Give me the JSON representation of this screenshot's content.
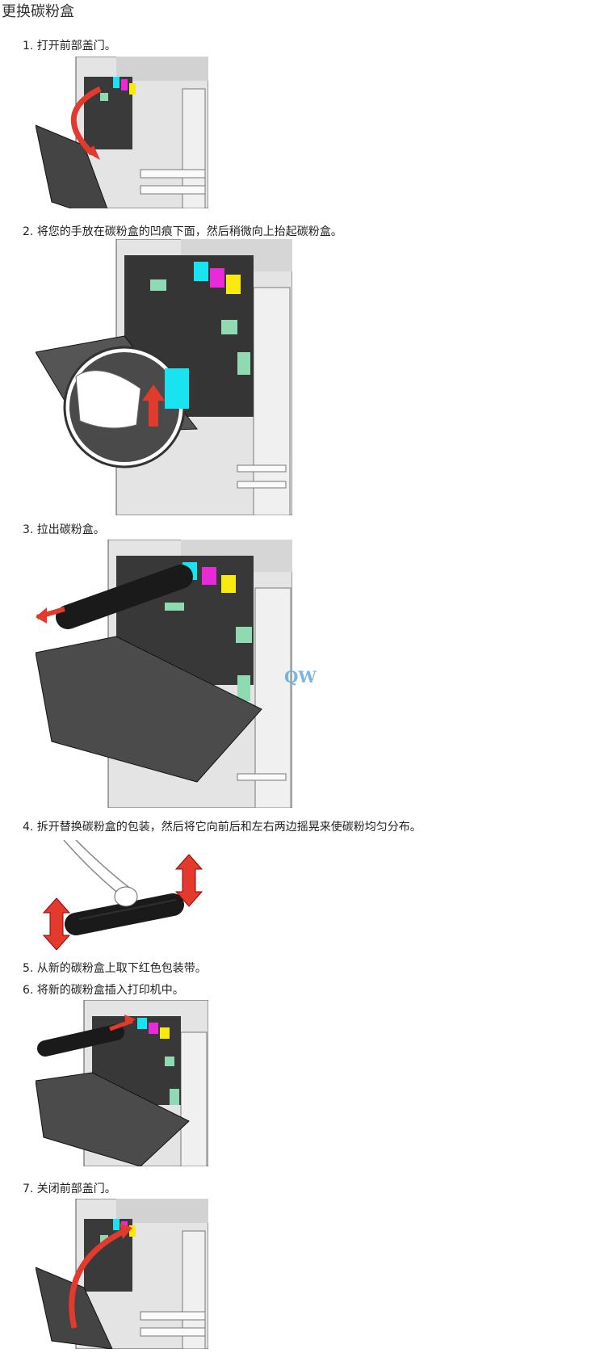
{
  "page": {
    "title": "更换碳粉盒"
  },
  "steps": [
    {
      "label": "1. 打开前部盖门。"
    },
    {
      "label": "2. 将您的手放在碳粉盒的凹痕下面，然后稍微向上抬起碳粉盒。"
    },
    {
      "label": "3. 拉出碳粉盒。"
    },
    {
      "label": "4. 拆开替换碳粉盒的包装，然后将它向前后和左右两边摇晃来使碳粉均匀分布。"
    },
    {
      "label": "5. 从新的碳粉盒上取下红色包装带。"
    },
    {
      "label": "6. 将新的碳粉盒插入打印机中。"
    },
    {
      "label": "7. 关闭前部盖门。"
    }
  ],
  "watermark": "QW",
  "colors": {
    "cyan": "#19e3f0",
    "magenta": "#e92ad8",
    "yellow": "#f8ea10",
    "green": "#8fd9b3",
    "arrow": "#e23a2c",
    "body": "#e2e2e2",
    "dark": "#2a2a2a"
  }
}
